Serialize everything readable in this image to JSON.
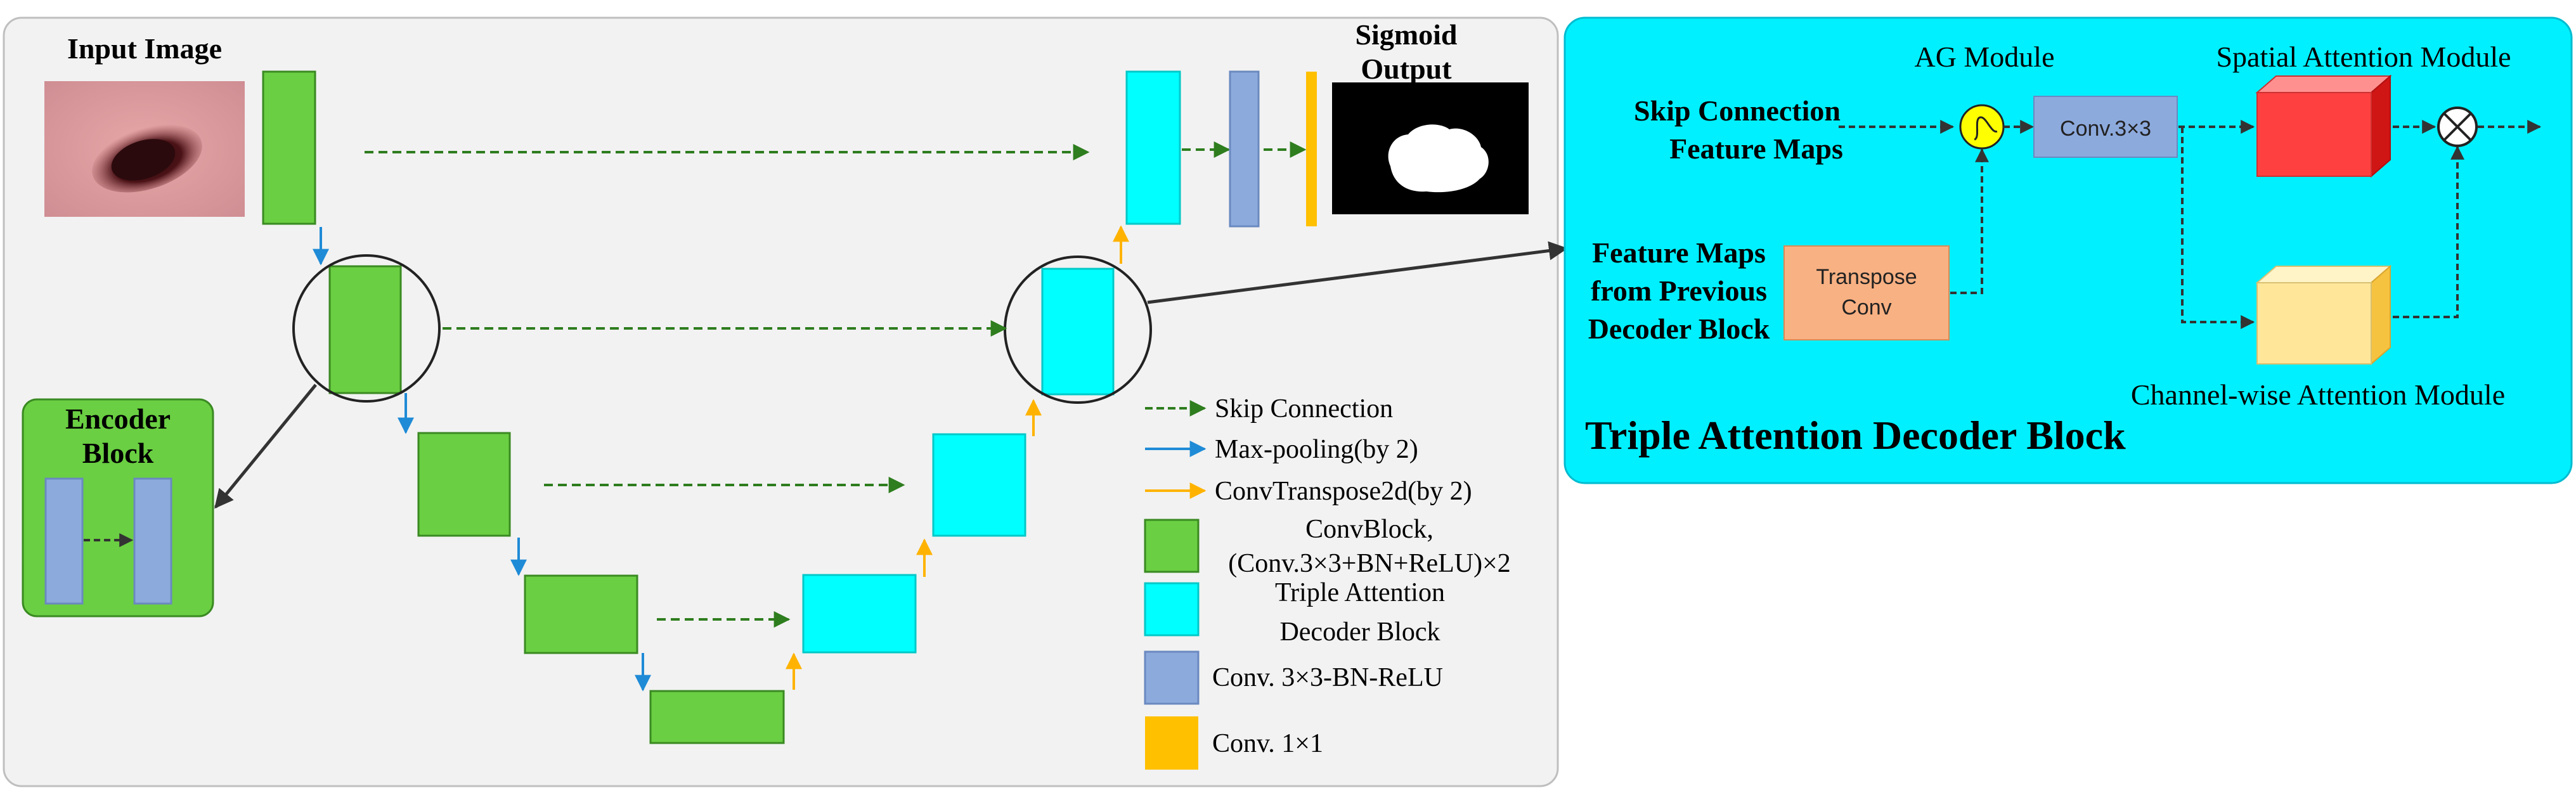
{
  "labels": {
    "input_image": "Input Image",
    "sigmoid_line1": "Sigmoid",
    "sigmoid_line2": "Output",
    "encoder_block_line1": "Encoder",
    "encoder_block_line2": "Block"
  },
  "legend": {
    "skip_connection": "Skip Connection",
    "max_pooling": "Max-pooling(by 2)",
    "conv_transpose": "ConvTranspose2d(by 2)",
    "convblock_line1": "ConvBlock,",
    "convblock_line2": "(Conv.3×3+BN+ReLU)×2",
    "tad_line1": "Triple Attention",
    "tad_line2": "Decoder Block",
    "conv_bn_relu": "Conv. 3×3-BN-ReLU",
    "conv_1x1": "Conv. 1×1"
  },
  "detail": {
    "ag_module": "AG Module",
    "spatial_attention": "Spatial Attention Module",
    "channel_attention": "Channel-wise Attention Module",
    "skip_line1": "Skip Connection",
    "skip_line2": "Feature Maps",
    "prev_line1": "Feature Maps",
    "prev_line2": "from Previous",
    "prev_line3": "Decoder Block",
    "transpose_line1": "Transpose",
    "transpose_line2": "Conv",
    "conv3x3": "Conv.3×3",
    "title": "Triple Attention Decoder Block"
  },
  "colors": {
    "convblock_green": "#6ACF42",
    "decoder_cyan": "#00FFFF",
    "conv_blue": "#8DAADD",
    "conv1x1_orange": "#FFC000",
    "skip_arrow_green": "#2E7D1E",
    "maxpool_blue": "#1F8BD6",
    "convtranspose_orange": "#FFB300",
    "panel_cyan": "#00F0FF",
    "panel_grey": "#F2F2F2",
    "spatial_red": "#FF4040",
    "channel_yellow": "#FFE699",
    "transpose_salmon": "#F8B183"
  }
}
